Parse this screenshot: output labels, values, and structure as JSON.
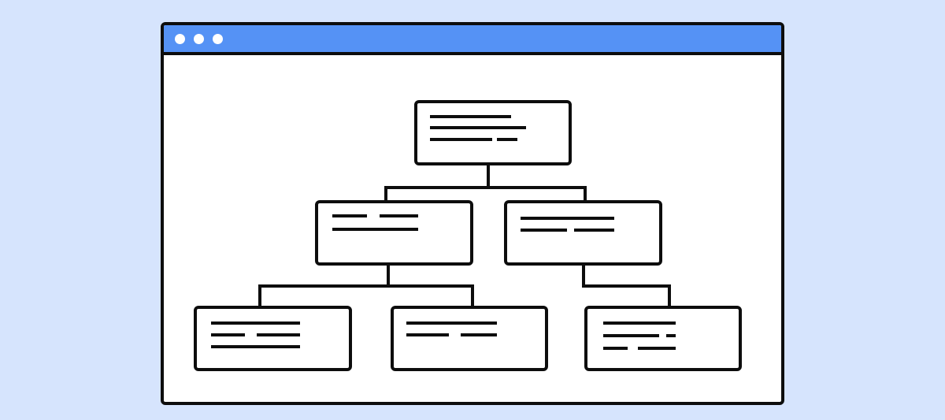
{
  "window": {
    "titlebar_color": "#5592f5",
    "border_color": "#0d0d0d",
    "background_color": "#ffffff",
    "page_background": "#d6e4fd",
    "controls": [
      "window-dot-icon",
      "window-dot-icon",
      "window-dot-icon"
    ]
  },
  "diagram": {
    "type": "hierarchy-tree",
    "nodes": [
      {
        "id": "root",
        "parent": null,
        "text_lines": 3
      },
      {
        "id": "child-left",
        "parent": "root",
        "text_lines": 2
      },
      {
        "id": "child-right",
        "parent": "root",
        "text_lines": 2
      },
      {
        "id": "grandchild-1",
        "parent": "child-left",
        "text_lines": 3
      },
      {
        "id": "grandchild-2",
        "parent": "child-left",
        "text_lines": 2
      },
      {
        "id": "grandchild-3",
        "parent": "child-right",
        "text_lines": 3
      }
    ],
    "text_placeholder": "redacted-text-lines"
  }
}
